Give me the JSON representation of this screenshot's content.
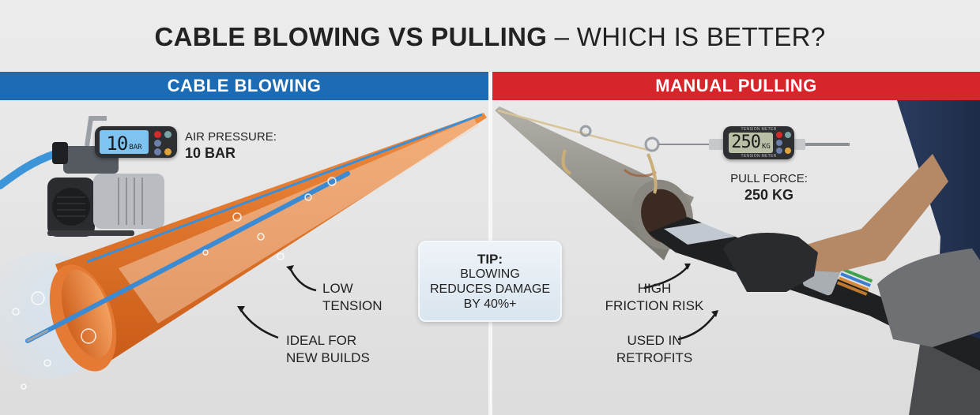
{
  "title": {
    "bold": "CABLE BLOWING VS PULLING",
    "light": " – WHICH IS BETTER?"
  },
  "left": {
    "header": "CABLE BLOWING",
    "color": "#1b6cb4",
    "meter": {
      "value": "10",
      "unit": "BAR"
    },
    "metric_label": "AIR PRESSURE:",
    "metric_value": "10 BAR",
    "callouts": [
      {
        "line1": "LOW",
        "line2": "TENSION"
      },
      {
        "line1": "IDEAL FOR",
        "line2": "NEW BUILDS"
      }
    ]
  },
  "right": {
    "header": "MANUAL PULLING",
    "color": "#d6262b",
    "meter": {
      "value": "250",
      "unit": "KG",
      "caption": "TENSION METER"
    },
    "metric_label": "PULL FORCE:",
    "metric_value": "250 KG",
    "callouts": [
      {
        "line1": "HIGH",
        "line2": "FRICTION RISK"
      },
      {
        "line1": "USED IN",
        "line2": "RETROFITS"
      }
    ]
  },
  "tip": {
    "head": "TIP:",
    "line1": "BLOWING",
    "line2": "REDUCES DAMAGE",
    "line3": "BY 40%+"
  }
}
